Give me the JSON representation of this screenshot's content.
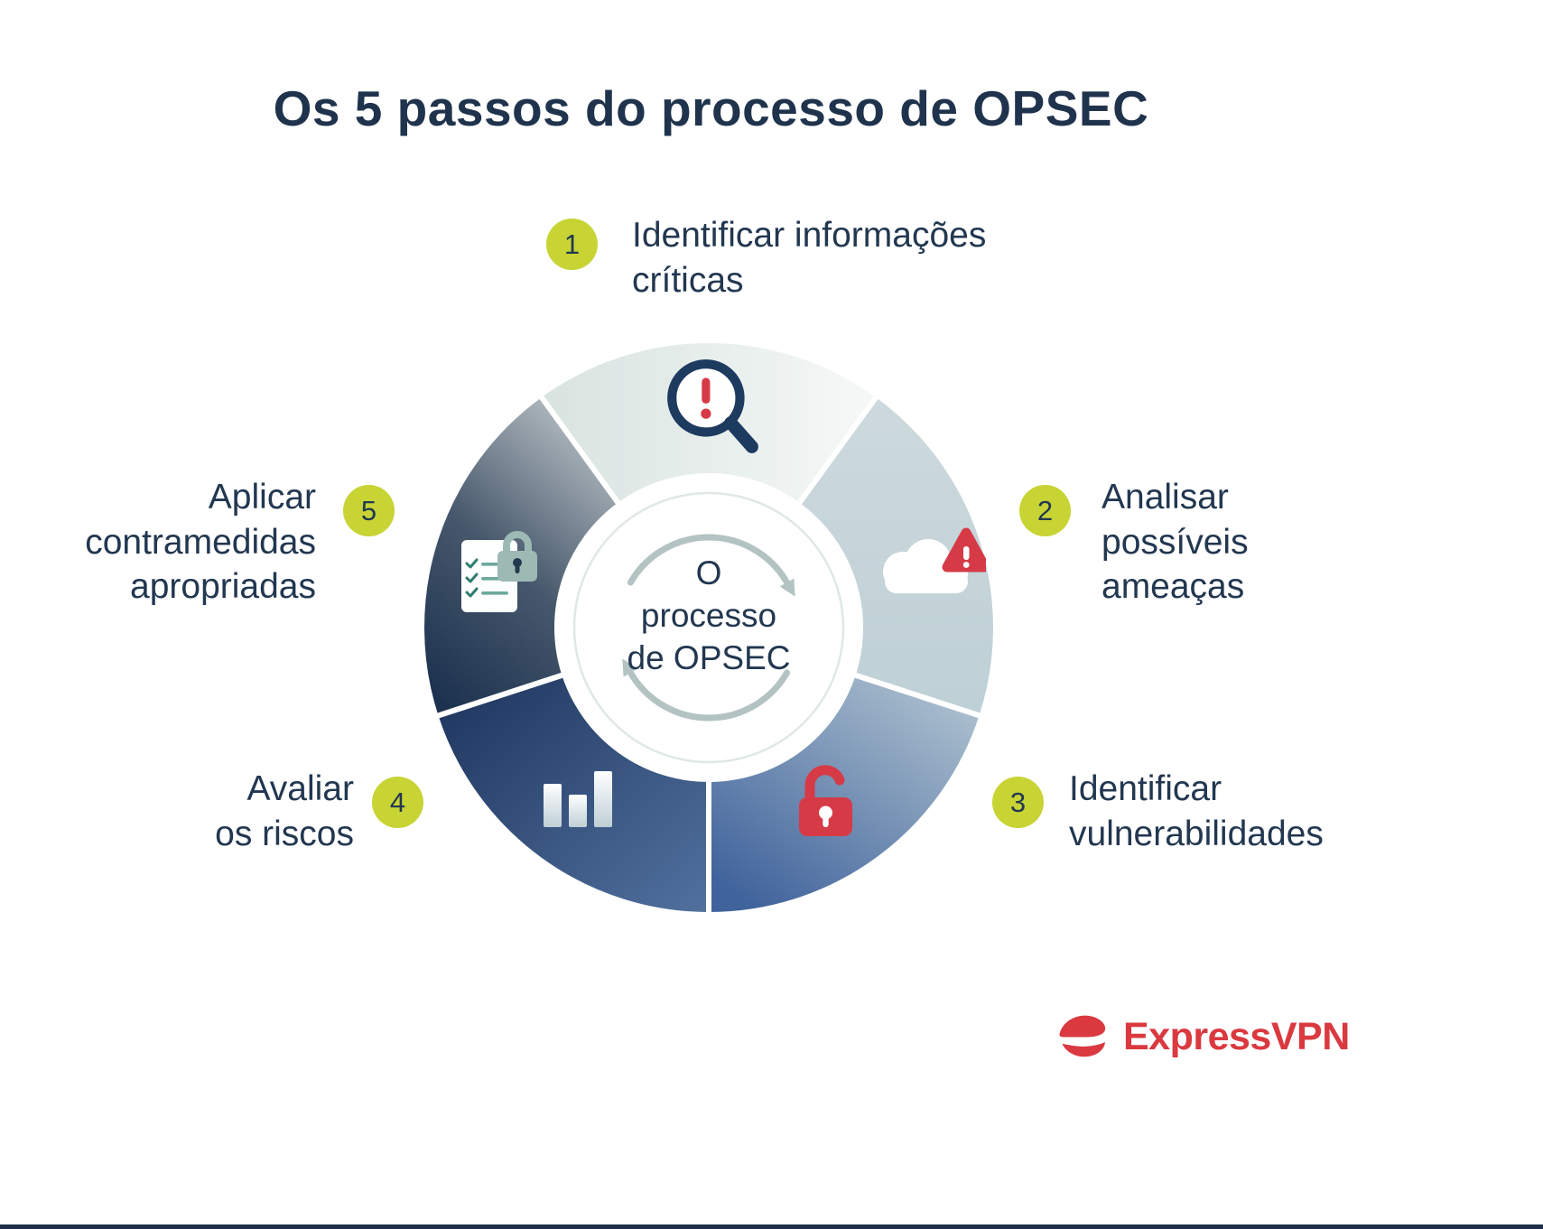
{
  "title": "Os 5 passos do processo de OPSEC",
  "center": {
    "label": "O\nprocesso\nde OPSEC"
  },
  "steps": [
    {
      "number": "1",
      "label": "Identificar informações\ncríticas",
      "icon": "magnifier-alert-icon"
    },
    {
      "number": "2",
      "label": "Analisar\npossíveis\nameaças",
      "icon": "cloud-warning-icon"
    },
    {
      "number": "3",
      "label": "Identificar\nvulnerabilidades",
      "icon": "open-padlock-icon"
    },
    {
      "number": "4",
      "label": "Avaliar\nos riscos",
      "icon": "bar-chart-icon"
    },
    {
      "number": "5",
      "label": "Aplicar\ncontramedidas\napropriadas",
      "icon": "checklist-lock-icon"
    }
  ],
  "brand": {
    "name": "ExpressVPN"
  },
  "colors": {
    "navy_text": "#223750",
    "badge_lime": "#c7d434",
    "accent_red": "#da3940",
    "icon_navy": "#1d3a5f",
    "segment_light": "#e8f0ee",
    "segment_bluegray": "#c2d2d8",
    "segment_midblue": "#40639c",
    "segment_navy": "#1c345c",
    "lock_sage": "#9db9b4"
  }
}
